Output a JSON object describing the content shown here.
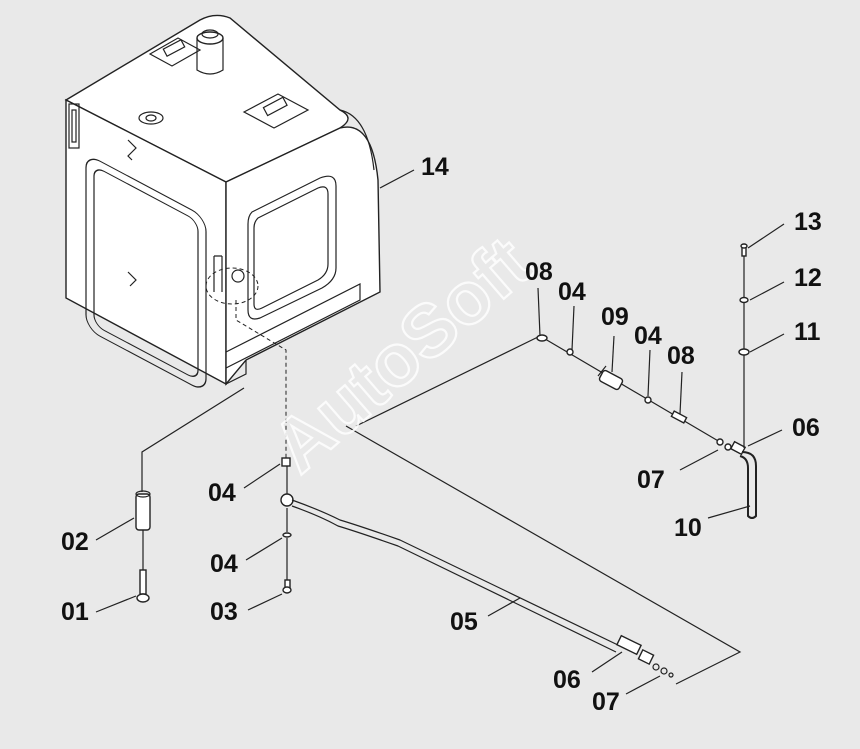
{
  "watermark": "AutoSoft",
  "labels": {
    "l01": "01",
    "l02": "02",
    "l03": "03",
    "l04a": "04",
    "l04b": "04",
    "l04c": "04",
    "l04d": "04",
    "l05": "05",
    "l06a": "06",
    "l06b": "06",
    "l07a": "07",
    "l07b": "07",
    "l08a": "08",
    "l08b": "08",
    "l09": "09",
    "l10": "10",
    "l11": "11",
    "l12": "12",
    "l13": "13",
    "l14": "14"
  },
  "colors": {
    "background": "#e9e9e9",
    "line": "#222222",
    "watermark": "#ffffff"
  }
}
